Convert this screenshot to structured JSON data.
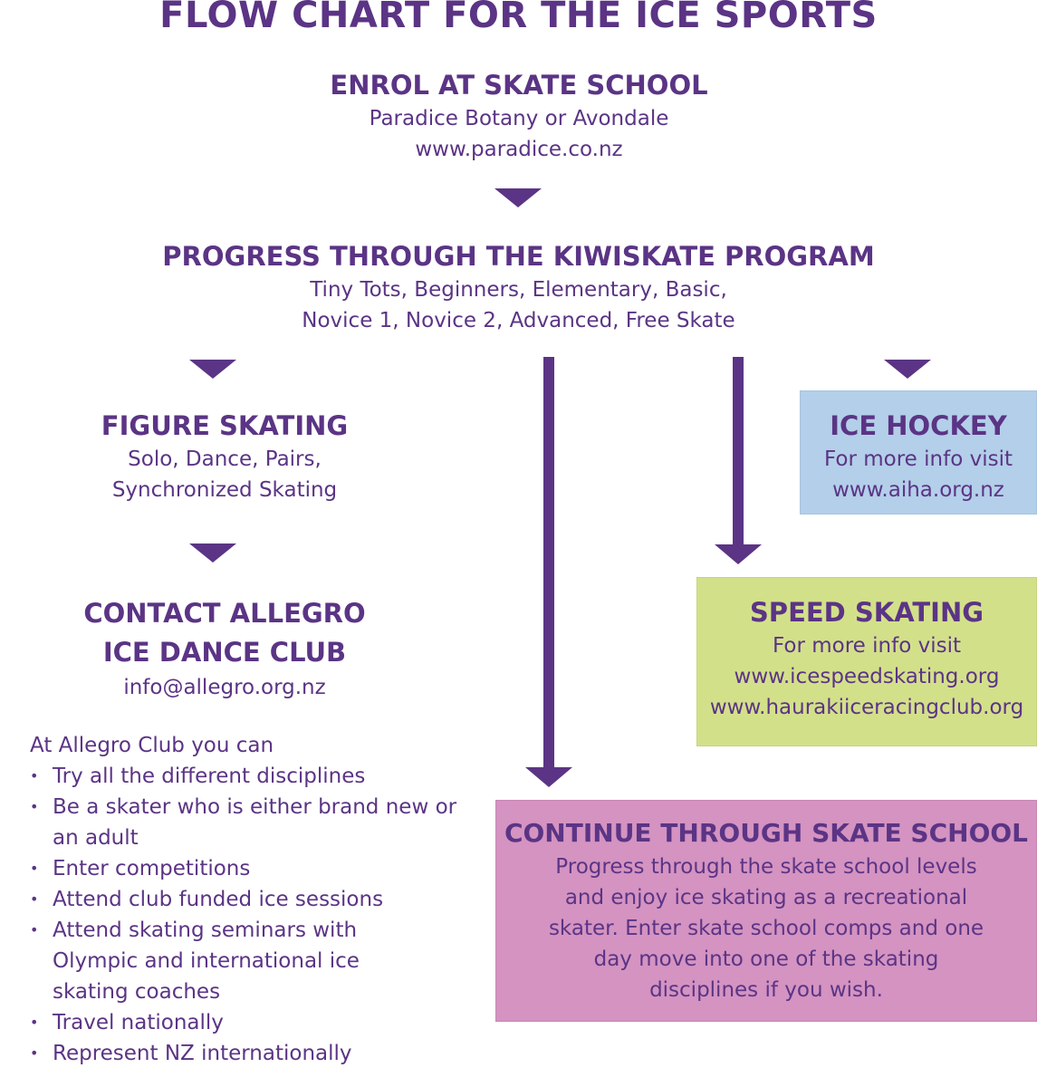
{
  "title": "FLOW CHART FOR THE ICE SPORTS",
  "enrol": {
    "heading": "ENROL AT SKATE SCHOOL",
    "line1": "Paradice Botany or Avondale",
    "line2": "www.paradice.co.nz"
  },
  "progress": {
    "heading": "PROGRESS THROUGH THE KIWISKATE PROGRAM",
    "line1": "Tiny Tots, Beginners, Elementary, Basic,",
    "line2": "Novice 1, Novice 2, Advanced, Free Skate"
  },
  "figure": {
    "heading": "FIGURE SKATING",
    "line1": "Solo, Dance, Pairs,",
    "line2": "Synchronized Skating"
  },
  "allegro": {
    "heading1": "CONTACT ALLEGRO",
    "heading2": "ICE DANCE CLUB",
    "email": "info@allegro.org.nz"
  },
  "allegro_list": {
    "intro": "At Allegro Club you can",
    "items": [
      "Try all the different disciplines",
      "Be a skater who is either brand new or an adult",
      "Enter competitions",
      "Attend club funded ice sessions",
      "Attend skating seminars with Olympic and international ice skating coaches",
      "Travel nationally",
      "Represent NZ internationally"
    ]
  },
  "hockey": {
    "heading": "ICE HOCKEY",
    "line1": "For more info visit",
    "line2": "www.aiha.org.nz"
  },
  "speed": {
    "heading": "SPEED SKATING",
    "line1": "For more info visit",
    "line2": "www.icespeedskating.org",
    "line3": "www.haurakiiceracingclub.org"
  },
  "continue": {
    "heading": "CONTINUE THROUGH SKATE SCHOOL",
    "line1": "Progress through the skate school levels",
    "line2": "and enjoy ice skating as a recreational",
    "line3": "skater. Enter skate school comps and one",
    "line4": "day move into one of the skating",
    "line5": "disciplines  if you wish."
  },
  "colors": {
    "purple": "#5b3485",
    "hockey_bg": "#b3cfe9",
    "speed_bg": "#d3e08a",
    "continue_bg": "#d493c1"
  }
}
